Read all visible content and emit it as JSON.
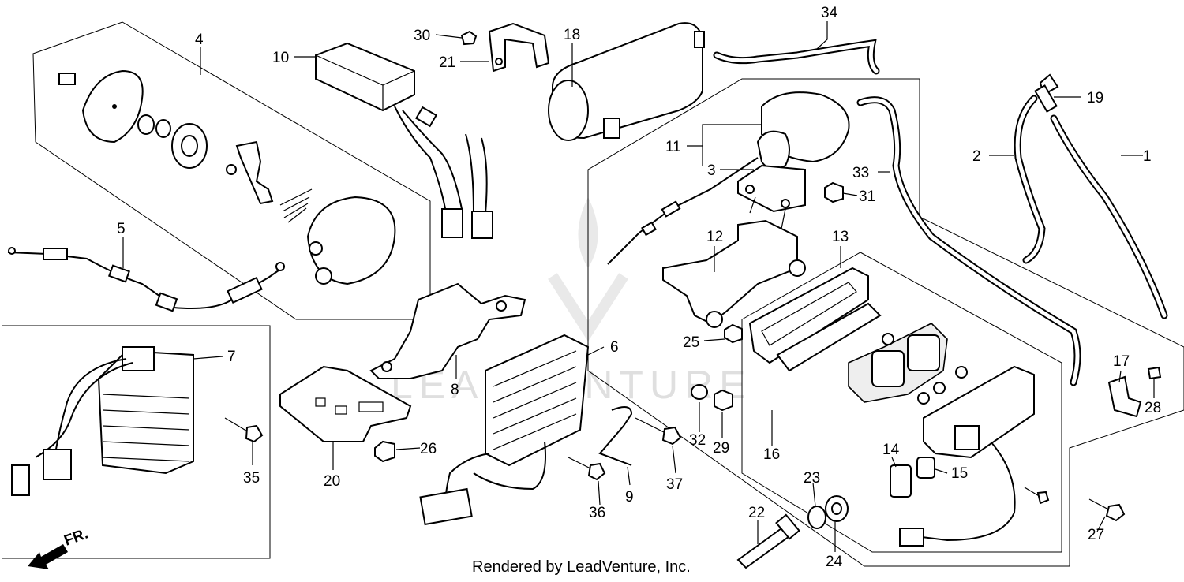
{
  "watermark_text": "LEADVENTURE",
  "credit": "Rendered by LeadVenture, Inc.",
  "direction_label": "FR.",
  "callouts": [
    {
      "id": "p1",
      "label": "1"
    },
    {
      "id": "p2",
      "label": "2"
    },
    {
      "id": "p3",
      "label": "3"
    },
    {
      "id": "p4",
      "label": "4"
    },
    {
      "id": "p5",
      "label": "5"
    },
    {
      "id": "p6",
      "label": "6"
    },
    {
      "id": "p7",
      "label": "7"
    },
    {
      "id": "p8",
      "label": "8"
    },
    {
      "id": "p9",
      "label": "9"
    },
    {
      "id": "p10",
      "label": "10"
    },
    {
      "id": "p11",
      "label": "11"
    },
    {
      "id": "p12",
      "label": "12"
    },
    {
      "id": "p13",
      "label": "13"
    },
    {
      "id": "p14",
      "label": "14"
    },
    {
      "id": "p15",
      "label": "15"
    },
    {
      "id": "p16",
      "label": "16"
    },
    {
      "id": "p17",
      "label": "17"
    },
    {
      "id": "p18",
      "label": "18"
    },
    {
      "id": "p19",
      "label": "19"
    },
    {
      "id": "p20",
      "label": "20"
    },
    {
      "id": "p21",
      "label": "21"
    },
    {
      "id": "p22",
      "label": "22"
    },
    {
      "id": "p23",
      "label": "23"
    },
    {
      "id": "p24",
      "label": "24"
    },
    {
      "id": "p25",
      "label": "25"
    },
    {
      "id": "p26",
      "label": "26"
    },
    {
      "id": "p27",
      "label": "27"
    },
    {
      "id": "p28",
      "label": "28"
    },
    {
      "id": "p29",
      "label": "29"
    },
    {
      "id": "p30",
      "label": "30"
    },
    {
      "id": "p31",
      "label": "31"
    },
    {
      "id": "p32",
      "label": "32"
    },
    {
      "id": "p33",
      "label": "33"
    },
    {
      "id": "p34",
      "label": "34"
    },
    {
      "id": "p35",
      "label": "35"
    },
    {
      "id": "p36",
      "label": "36"
    },
    {
      "id": "p37",
      "label": "37"
    }
  ]
}
